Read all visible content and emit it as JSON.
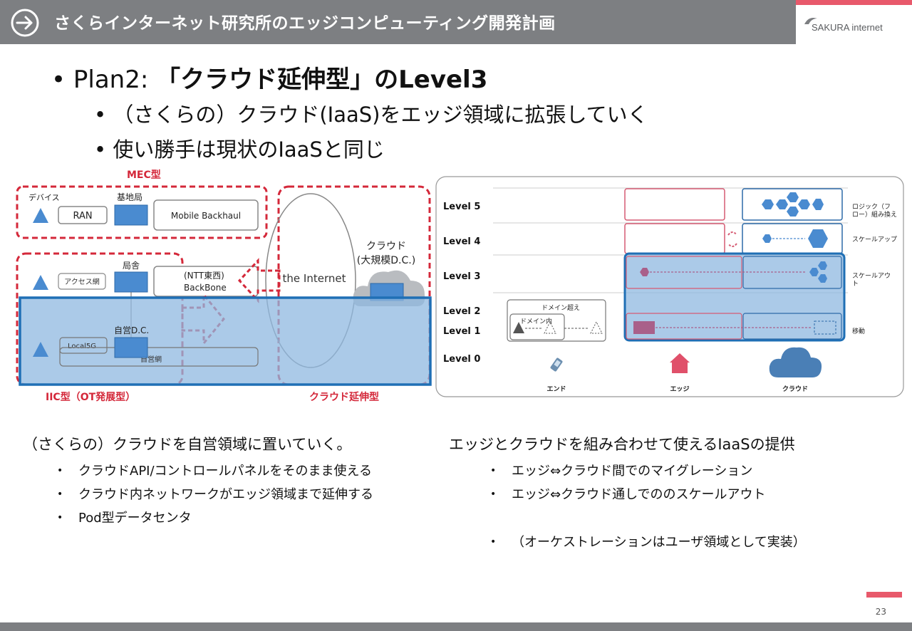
{
  "header": {
    "title": "さくらインターネット研究所のエッジコンピューティング開発計画",
    "logo_text": "SAKURA internet"
  },
  "headline": {
    "prefix": "Plan2: ",
    "emphasis": "「クラウド延伸型」のLevel3",
    "bullets": [
      "（さくらの）クラウド(IaaS)をエッジ領域に拡張していく",
      "使い勝手は現状のIaaSと同じ"
    ]
  },
  "left_diagram": {
    "mec_label": "MEC型",
    "iic_label": "IIC型（OT発展型）",
    "cloud_ext_label": "クラウド延伸型",
    "device_label": "デバイス",
    "base_station_label": "基地局",
    "ran_label": "RAN",
    "backhaul_label": "Mobile Backhaul",
    "office_label": "局舎",
    "access_net_label": "アクセス網",
    "ntt_label": "(NTT東西)",
    "backbone_label": "BackBone",
    "internet_label": "the Internet",
    "cloud_label": "クラウド",
    "cloud_dc_label": "(大規模D.C.)",
    "own_dc_label": "自営D.C.",
    "local5g_label": "Local5G",
    "own_net_label": "自営網"
  },
  "right_diagram": {
    "levels": [
      "Level 5",
      "Level 4",
      "Level 3",
      "Level 2",
      "Level 1",
      "Level 0"
    ],
    "right_labels": [
      "ロジック（フ",
      "ロー）組み換え",
      "スケールアップ",
      "スケールアウ",
      "ト",
      "移動"
    ],
    "domain_cross_label": "ドメイン超え",
    "domain_in_label": "ドメイン内",
    "bottom_labels": [
      "エンド",
      "エッジ",
      "クラウド"
    ]
  },
  "left_text": {
    "heading": "（さくらの）クラウドを自営領域に置いていく。",
    "items": [
      "クラウドAPI/コントロールパネルをそのまま使える",
      "クラウド内ネットワークがエッジ領域まで延伸する",
      "Pod型データセンタ"
    ]
  },
  "right_text": {
    "heading": "エッジとクラウドを組み合わせて使えるIaaSの提供",
    "items": [
      "エッジ⇔クラウド間でのマイグレーション",
      "エッジ⇔クラウド通しでののスケールアウト",
      "（オーケストレーションはユーザ領域として実装）"
    ]
  },
  "page_number": "23",
  "colors": {
    "header_gray": "#7d7f82",
    "accent_pink": "#e8596b",
    "dashed_red": "#d4283a",
    "overlay_blue": "#8fb8e0",
    "border_blue": "#1f6fb5",
    "shape_blue": "#4a8bd0"
  }
}
